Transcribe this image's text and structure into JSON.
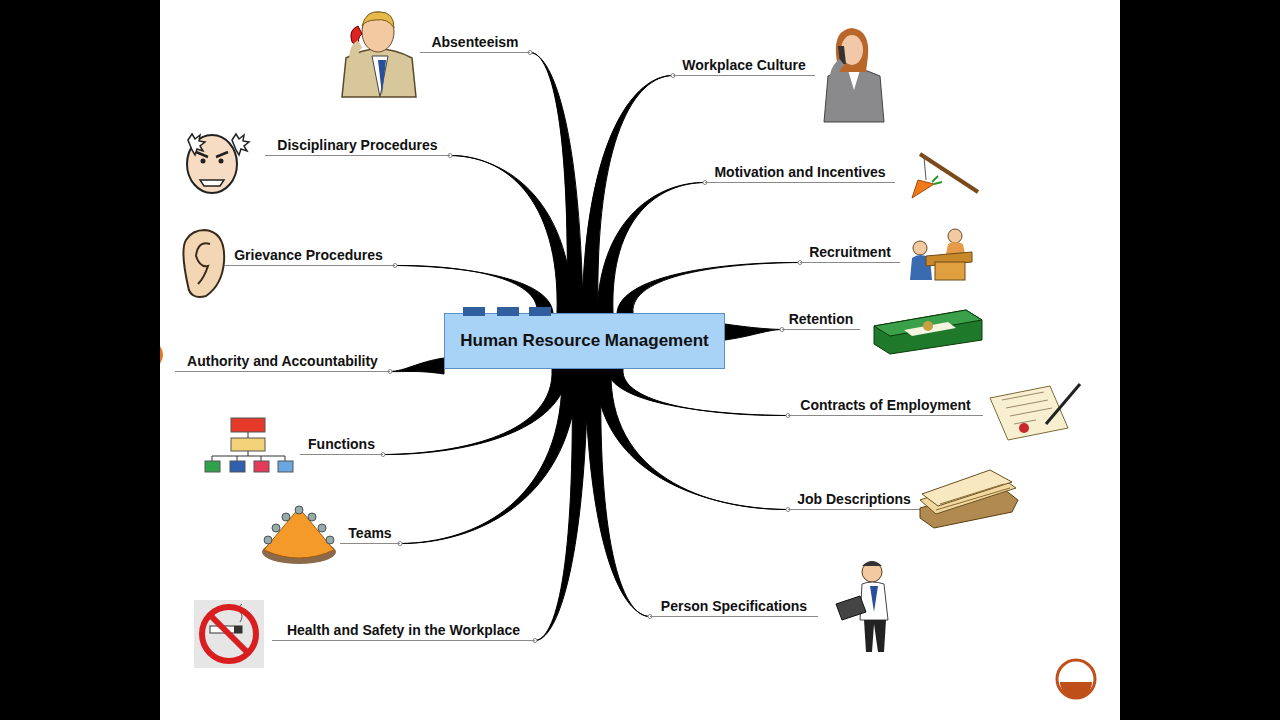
{
  "diagram": {
    "nodes": [
      {
        "text": [
          "Human Resource Management"
        ]
      },
      {
        "text": [
          "Absenteeism"
        ]
      },
      {
        "text": [
          "Disciplinary Procedures"
        ]
      },
      {
        "text": [
          "Grievance Procedures"
        ]
      },
      {
        "text": [
          "Authority and Accountability"
        ]
      },
      {
        "text": [
          "Functions"
        ]
      },
      {
        "text": [
          "Teams"
        ]
      },
      {
        "text": [
          "Health and Safety in the Workplace"
        ]
      },
      {
        "text": [
          "Workplace Culture"
        ]
      },
      {
        "text": [
          "Motivation and Incentives"
        ]
      },
      {
        "text": [
          "Recruitment"
        ]
      },
      {
        "text": [
          "Retention"
        ]
      },
      {
        "text": [
          "Contracts of Employment"
        ]
      },
      {
        "text": [
          "Job Descriptions"
        ]
      },
      {
        "text": [
          "Person Specifications"
        ]
      }
    ],
    "edges": [
      {
        "from": 0,
        "to": 1,
        "arrow": "none"
      },
      {
        "from": 0,
        "to": 2,
        "arrow": "none"
      },
      {
        "from": 0,
        "to": 3,
        "arrow": "none"
      },
      {
        "from": 0,
        "to": 4,
        "arrow": "none"
      },
      {
        "from": 0,
        "to": 5,
        "arrow": "none"
      },
      {
        "from": 0,
        "to": 6,
        "arrow": "none"
      },
      {
        "from": 0,
        "to": 7,
        "arrow": "none"
      },
      {
        "from": 0,
        "to": 8,
        "arrow": "none"
      },
      {
        "from": 0,
        "to": 9,
        "arrow": "none"
      },
      {
        "from": 0,
        "to": 10,
        "arrow": "none"
      },
      {
        "from": 0,
        "to": 11,
        "arrow": "none"
      },
      {
        "from": 0,
        "to": 12,
        "arrow": "none"
      },
      {
        "from": 0,
        "to": 13,
        "arrow": "none"
      },
      {
        "from": 0,
        "to": 14,
        "arrow": "none"
      }
    ]
  }
}
